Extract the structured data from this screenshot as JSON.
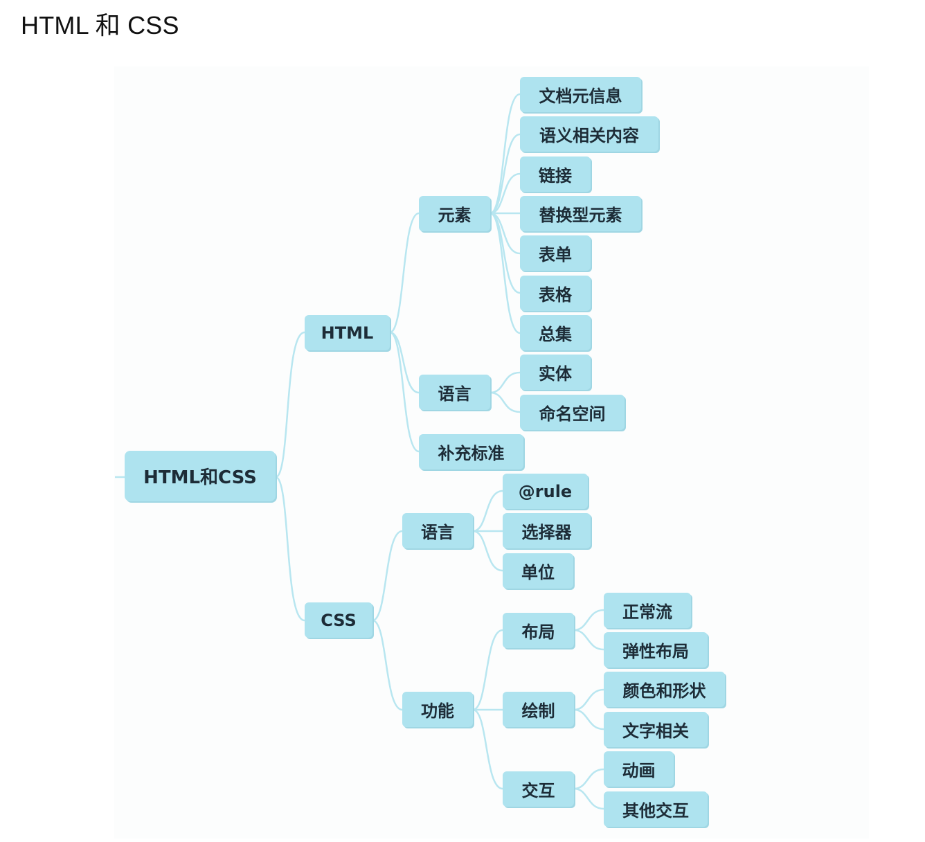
{
  "title": "HTML 和 CSS",
  "mindmap": {
    "root": "HTML和CSS",
    "html": {
      "label": "HTML",
      "elements": {
        "label": "元素",
        "children": [
          "文档元信息",
          "语义相关内容",
          "链接",
          "替换型元素",
          "表单",
          "表格",
          "总集"
        ]
      },
      "language": {
        "label": "语言",
        "children": [
          "实体",
          "命名空间"
        ]
      },
      "supplement": "补充标准"
    },
    "css": {
      "label": "CSS",
      "language": {
        "label": "语言",
        "children": [
          "@rule",
          "选择器",
          "单位"
        ]
      },
      "function": {
        "label": "功能",
        "layout": {
          "label": "布局",
          "children": [
            "正常流",
            "弹性布局"
          ]
        },
        "paint": {
          "label": "绘制",
          "children": [
            "颜色和形状",
            "文字相关"
          ]
        },
        "interaction": {
          "label": "交互",
          "children": [
            "动画",
            "其他交互"
          ]
        }
      }
    }
  },
  "colors": {
    "node_fill": "#aee3ef",
    "connector": "#b8e6f0",
    "text": "#1d2c37"
  }
}
